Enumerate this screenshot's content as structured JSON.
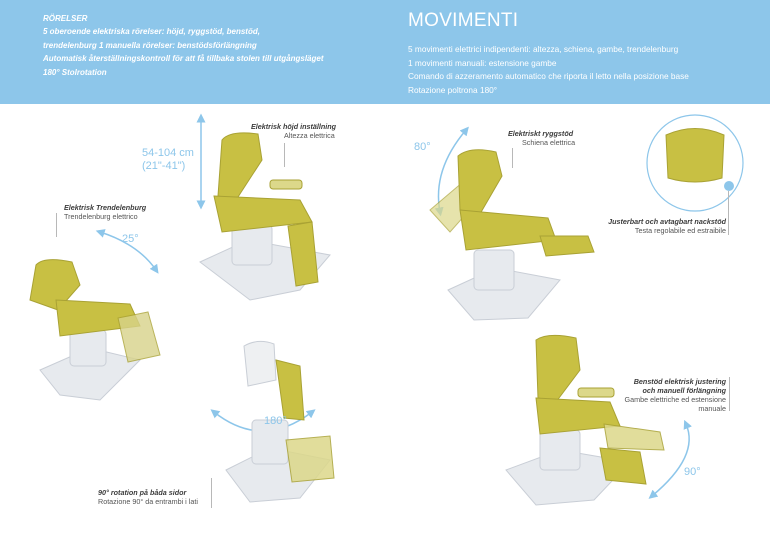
{
  "header": {
    "swedish": {
      "title": "RÖRELSER",
      "lines": [
        "5 oberoende elektriska rörelser: höjd, ryggstöd, benstöd,",
        "trendelenburg 1 manuella rörelser: benstödsförlängning",
        "Automatisk återställningskontroll för att få tillbaka stolen till utgångsläget",
        "180° Stolrotation"
      ]
    },
    "italian": {
      "title": "MOVIMENTI",
      "lines": [
        "5 movimenti elettrici indipendenti: altezza, schiena, gambe, trendelenburg",
        "1 movimenti manuali: estensione gambe",
        "Comando di azzeramento automatico che riporta il letto nella posizione base",
        "Rotazione poltrona 180°"
      ]
    }
  },
  "features": [
    {
      "sv": "Elektrisk höjd inställning",
      "it": "Altezza elettrica"
    },
    {
      "sv": "Elektrisk Trendelenburg",
      "it": "Trendelenburg elettrico"
    },
    {
      "sv": "90° rotation på båda sidor",
      "it": "Rotazione 90° da entrambi i lati"
    },
    {
      "sv": "Elektriskt ryggstöd",
      "it": "Schiena elettrica"
    },
    {
      "sv": "Justerbart och avtagbart nackstöd",
      "it": "Testa regolabile ed estraibile"
    },
    {
      "sv_lines": [
        "Benstöd elektrisk justering",
        "och manuell förlängning"
      ],
      "it_lines": [
        "Gambe elettriche ed estensione",
        "manuale"
      ]
    }
  ],
  "measurements": {
    "height_cm": "54-104 cm",
    "height_in": "(21\"-41\")",
    "trendelenburg_angle": "25°",
    "rotation_angle": "180°",
    "backrest_angle": "80°",
    "legrest_angle": "90°"
  },
  "colors": {
    "banner": "#8dc6ea",
    "accent": "#8dc6ea",
    "upholstery": "#c8c043",
    "upholstery_dark": "#a9a234",
    "base": "#e7eaee",
    "base_shadow": "#c9ced6"
  }
}
